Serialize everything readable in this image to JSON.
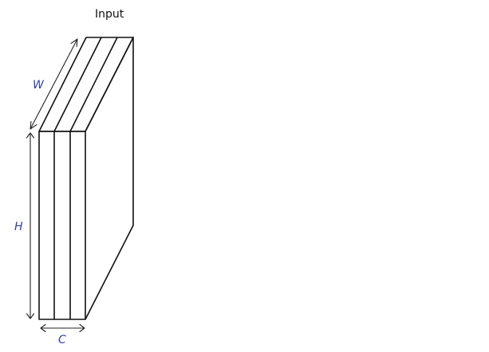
{
  "diagram": {
    "title": "Input",
    "labels": {
      "width": "W",
      "height": "H",
      "channels": "C"
    },
    "colors": {
      "label": "#2b3fa8",
      "edge": "#111111",
      "title": "#111111"
    },
    "channel_count": 3
  }
}
